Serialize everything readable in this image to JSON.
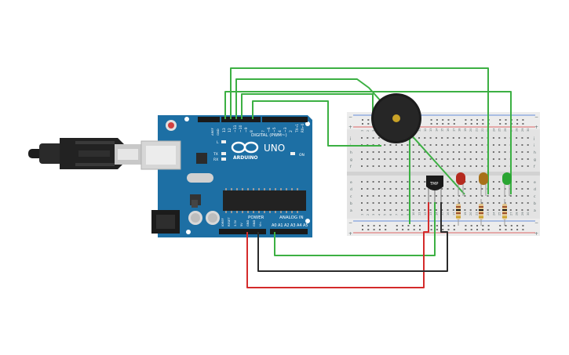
{
  "arduino": {
    "brand": "ARDUINO",
    "model": "UNO",
    "digital_header_label": "DIGITAL (PWM~)",
    "power_header_label": "POWER",
    "analog_header_label": "ANALOG IN",
    "on_label": "ON",
    "led_labels": [
      "L",
      "TX",
      "RX"
    ],
    "aref_labels": [
      "AREF",
      "GND"
    ],
    "digital_pins": [
      "13",
      "12",
      "~11",
      "~10",
      "~9",
      "8",
      "7",
      "~6",
      "~5",
      "4",
      "~3",
      "2",
      "TX→1",
      "RX←0"
    ],
    "power_pins": [
      "IOREF",
      "RESET",
      "3.3V",
      "5V",
      "GND",
      "GND",
      "Vin"
    ],
    "analog_pins": [
      "A0",
      "A1",
      "A2",
      "A3",
      "A4",
      "A5"
    ]
  },
  "breadboard": {
    "row_letters_top": [
      "j",
      "i",
      "h",
      "g",
      "f"
    ],
    "row_letters_bottom": [
      "e",
      "d",
      "c",
      "b",
      "a"
    ],
    "rail_minus": "−",
    "rail_plus": "+",
    "column_numbers": [
      "1",
      "2",
      "3",
      "4",
      "5",
      "6",
      "7",
      "8",
      "9",
      "10",
      "11",
      "12",
      "13",
      "14",
      "15",
      "16",
      "17",
      "18",
      "19",
      "20",
      "21",
      "22",
      "23",
      "24",
      "25",
      "26",
      "27",
      "28",
      "29",
      "30"
    ]
  },
  "components": {
    "temp_sensor_label": "TMP",
    "led_colors": [
      "#b52a1f",
      "#a8711a",
      "#2aa532"
    ]
  },
  "wire_colors": {
    "green": "#3cb043",
    "red": "#d42b2b",
    "black": "#2b2b2b"
  }
}
